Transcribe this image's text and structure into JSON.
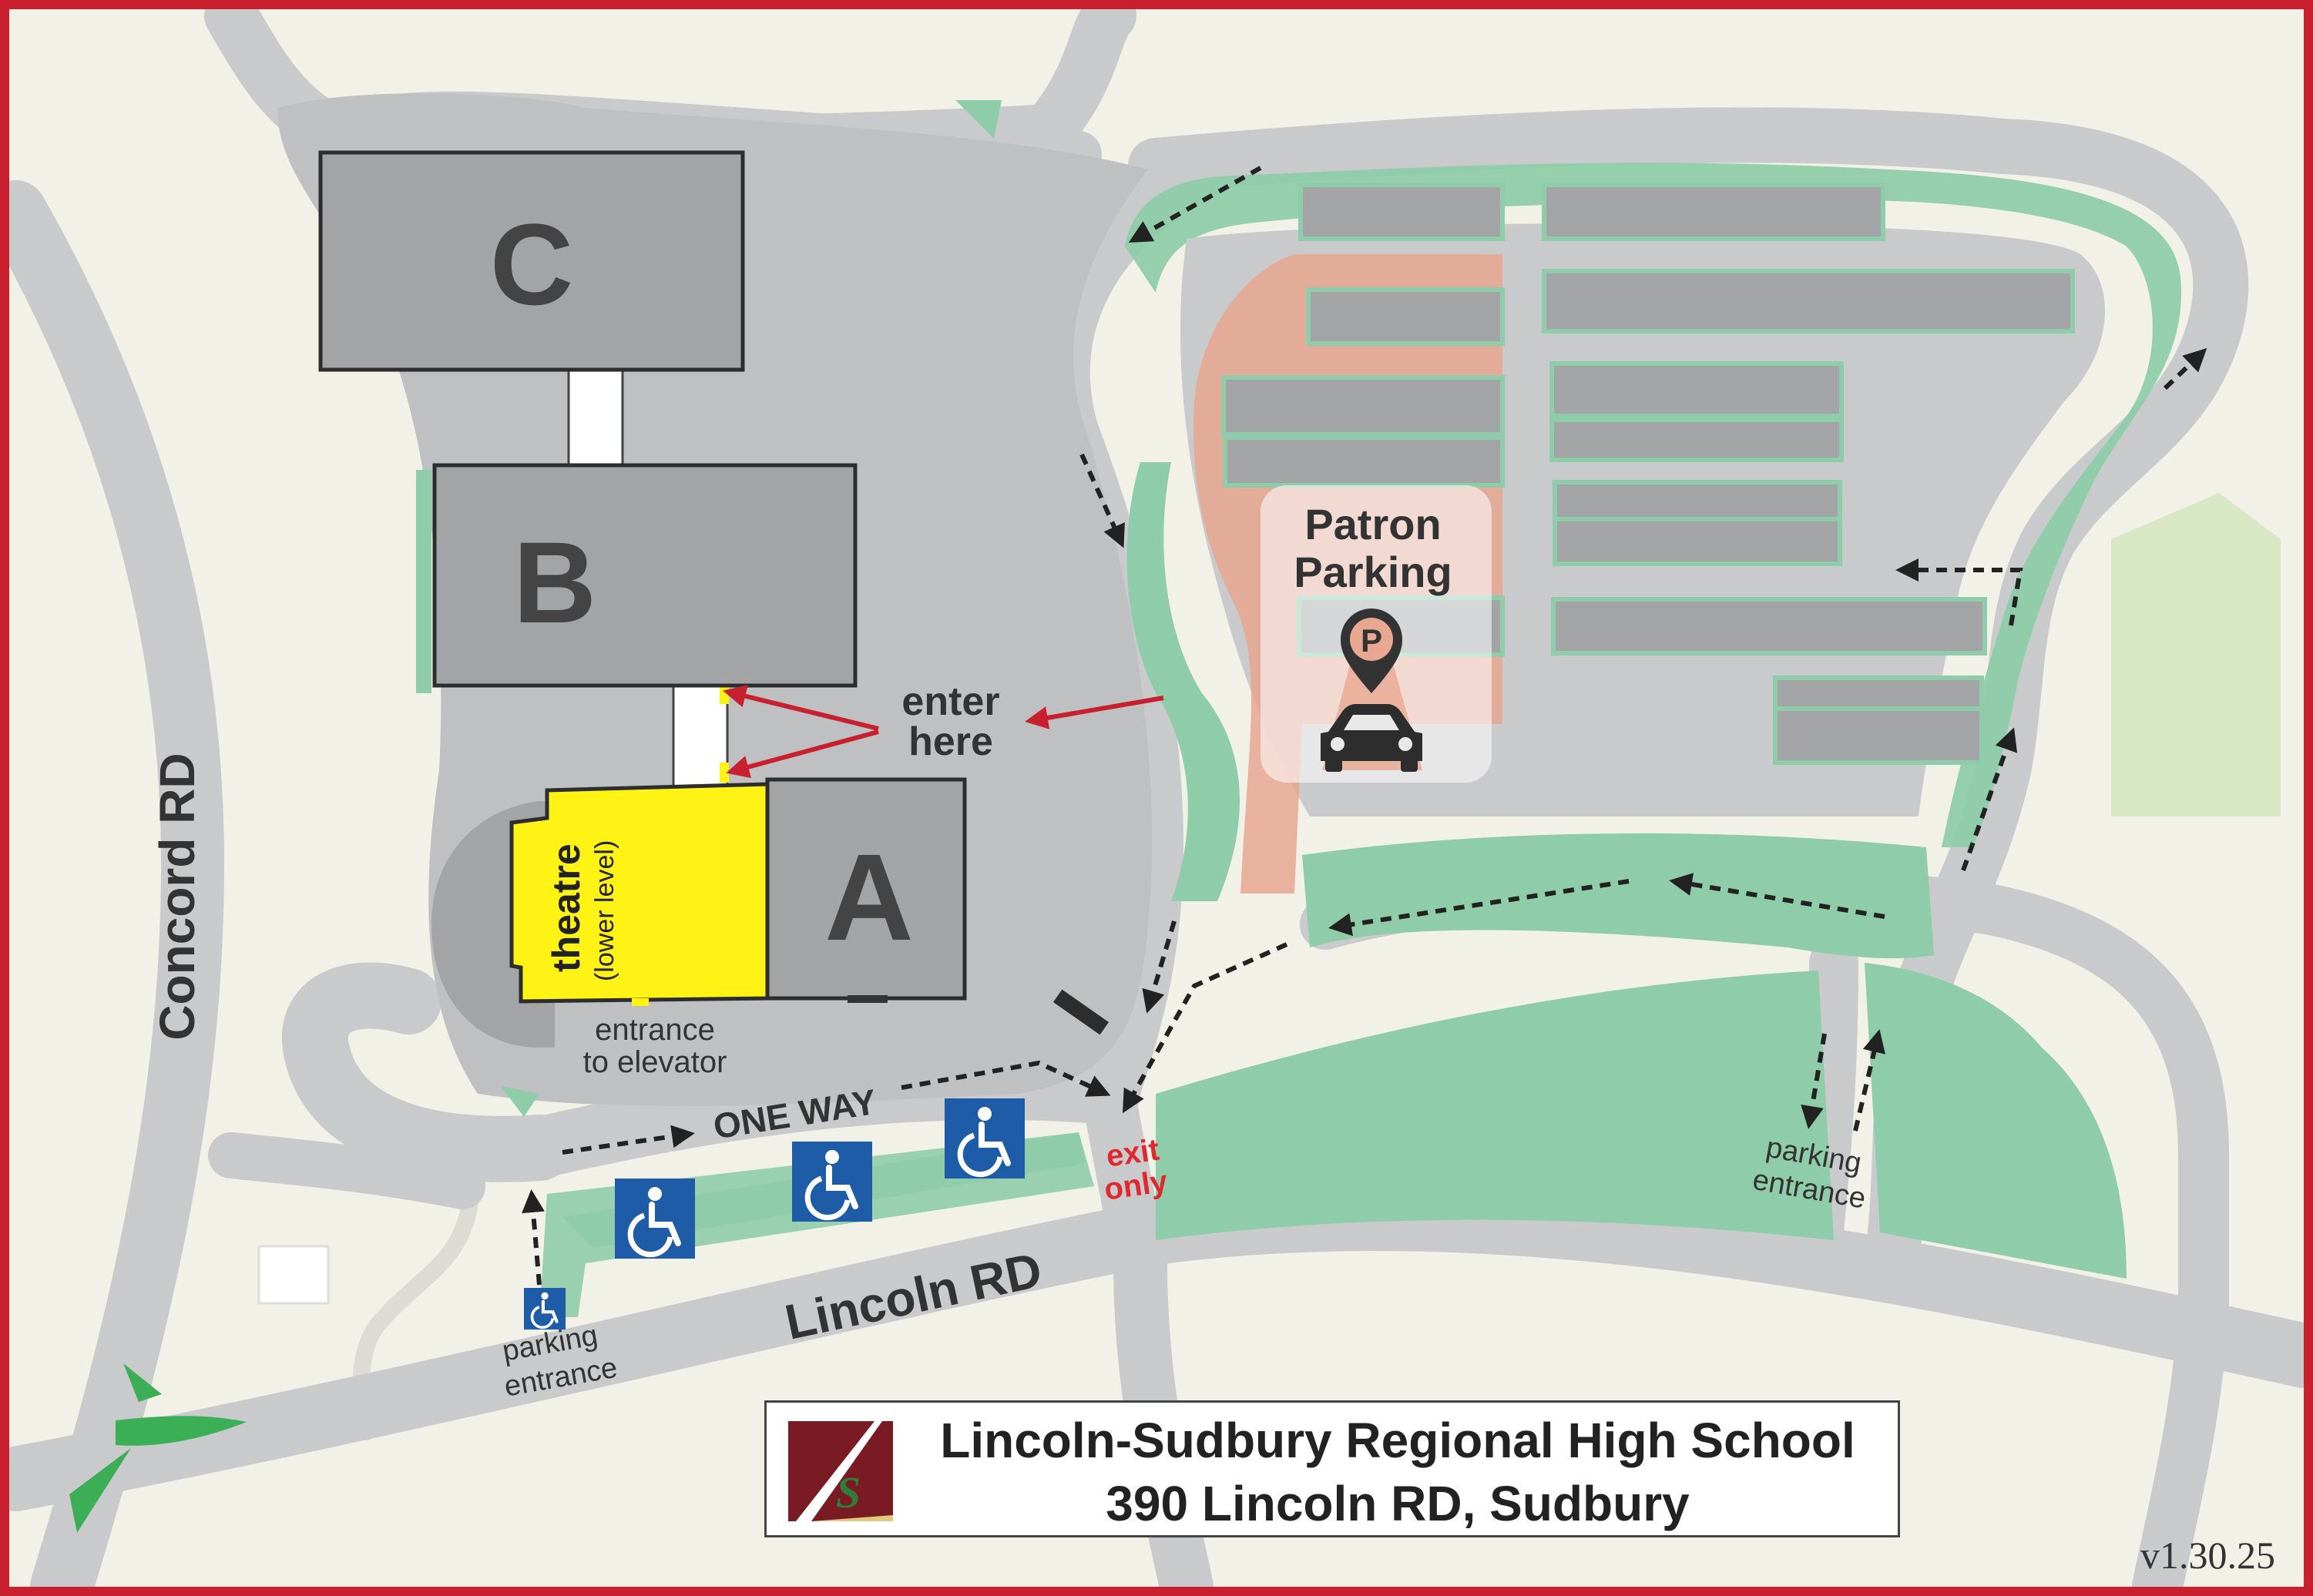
{
  "map": {
    "buildings": [
      {
        "id": "C",
        "label": "C"
      },
      {
        "id": "B",
        "label": "B"
      },
      {
        "id": "A",
        "label": "A"
      }
    ],
    "theatre": {
      "label": "theatre",
      "sublabel": "(lower level)"
    },
    "labels": {
      "enter_here_1": "enter",
      "enter_here_2": "here",
      "elevator_1": "entrance",
      "elevator_2": "to elevator",
      "one_way": "ONE WAY",
      "exit_1": "exit",
      "exit_2": "only",
      "patron_1": "Patron",
      "patron_2": "Parking",
      "parking_entrance_left_1": "parking",
      "parking_entrance_left_2": "entrance",
      "parking_entrance_right_1": "parking",
      "parking_entrance_right_2": "entrance"
    },
    "roads": {
      "concord": "Concord RD",
      "lincoln": "Lincoln RD"
    },
    "icons": [
      "accessible-parking-icon",
      "parking-pin-icon",
      "car-icon"
    ],
    "colors": {
      "border": "#c8202f",
      "ground": "#f2f1e7",
      "road": "#c9cacb",
      "lot": "#bfc0c2",
      "building": "#a3a4a6",
      "building_outline": "#2d2d2d",
      "green": "#8fcca9",
      "patron_zone": "#e8a791",
      "theatre": "#fff215",
      "arrow_red": "#c8202f",
      "accessible_blue": "#1f5ca8",
      "exit_text": "#e0282f"
    }
  },
  "title": {
    "line1": "Lincoln-Sudbury Regional High School",
    "line2": "390 Lincoln RD, Sudbury"
  },
  "version": "v1.30.25"
}
